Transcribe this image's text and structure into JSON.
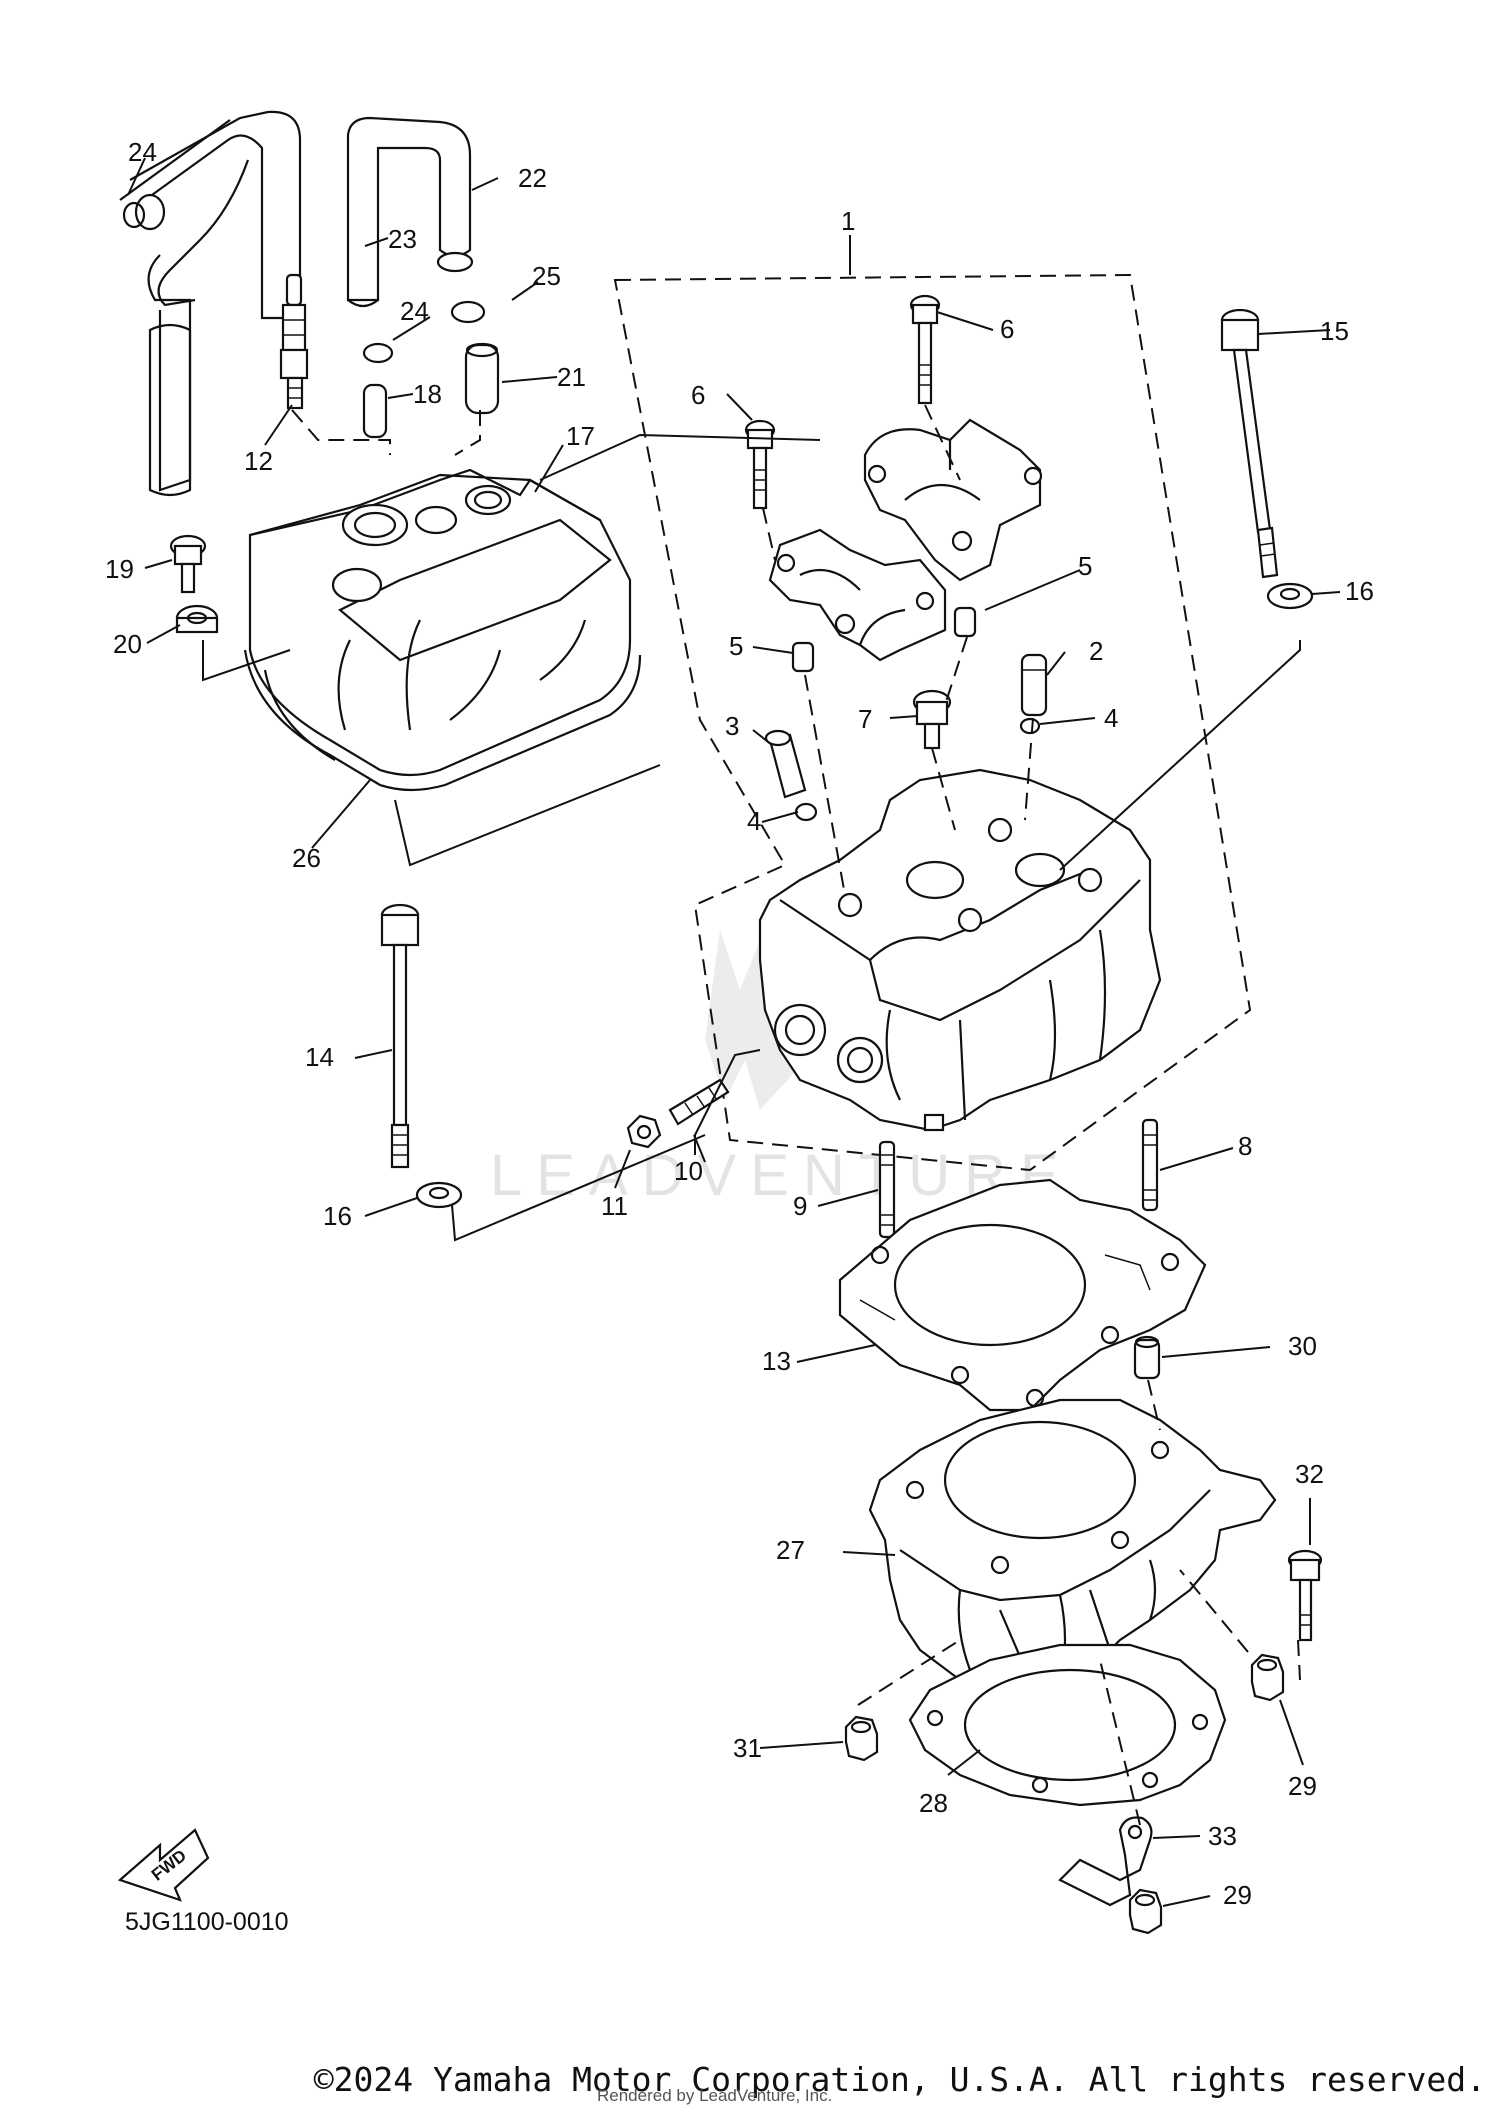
{
  "diagram": {
    "code": "5JG1100-0010",
    "fwd_label": "FWD",
    "watermark": "LEADVENTURE",
    "callouts": [
      {
        "id": "c1",
        "label": "1"
      },
      {
        "id": "c2",
        "label": "2"
      },
      {
        "id": "c3",
        "label": "3"
      },
      {
        "id": "c4a",
        "label": "4"
      },
      {
        "id": "c4b",
        "label": "4"
      },
      {
        "id": "c5a",
        "label": "5"
      },
      {
        "id": "c5b",
        "label": "5"
      },
      {
        "id": "c6a",
        "label": "6"
      },
      {
        "id": "c6b",
        "label": "6"
      },
      {
        "id": "c7",
        "label": "7"
      },
      {
        "id": "c8",
        "label": "8"
      },
      {
        "id": "c9",
        "label": "9"
      },
      {
        "id": "c10",
        "label": "10"
      },
      {
        "id": "c11",
        "label": "11"
      },
      {
        "id": "c12",
        "label": "12"
      },
      {
        "id": "c13",
        "label": "13"
      },
      {
        "id": "c14",
        "label": "14"
      },
      {
        "id": "c15",
        "label": "15"
      },
      {
        "id": "c16a",
        "label": "16"
      },
      {
        "id": "c16b",
        "label": "16"
      },
      {
        "id": "c17",
        "label": "17"
      },
      {
        "id": "c18",
        "label": "18"
      },
      {
        "id": "c19",
        "label": "19"
      },
      {
        "id": "c20",
        "label": "20"
      },
      {
        "id": "c21",
        "label": "21"
      },
      {
        "id": "c22",
        "label": "22"
      },
      {
        "id": "c23",
        "label": "23"
      },
      {
        "id": "c24a",
        "label": "24"
      },
      {
        "id": "c24b",
        "label": "24"
      },
      {
        "id": "c25",
        "label": "25"
      },
      {
        "id": "c26",
        "label": "26"
      },
      {
        "id": "c27",
        "label": "27"
      },
      {
        "id": "c28",
        "label": "28"
      },
      {
        "id": "c29a",
        "label": "29"
      },
      {
        "id": "c29b",
        "label": "29"
      },
      {
        "id": "c30",
        "label": "30"
      },
      {
        "id": "c31",
        "label": "31"
      },
      {
        "id": "c32",
        "label": "32"
      },
      {
        "id": "c33",
        "label": "33"
      }
    ]
  },
  "footer": {
    "copyright": "©2024 Yamaha Motor Corporation, U.S.A. All rights reserved.",
    "rendered_by": "Rendered by LeadVenture, Inc."
  }
}
